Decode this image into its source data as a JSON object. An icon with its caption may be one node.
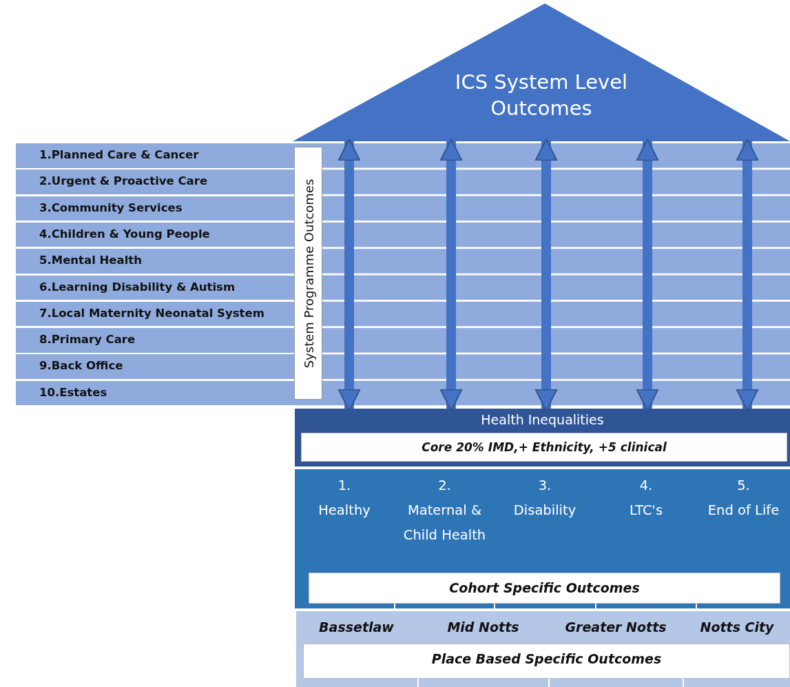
{
  "diagram": {
    "nodes": [
      {
        "text": [
          "ICS System Level Outcomes"
        ]
      },
      {
        "text": [
          "1.Planned Care & Cancer"
        ]
      },
      {
        "text": [
          "2.Urgent & Proactive Care"
        ]
      },
      {
        "text": [
          "3.Community Services"
        ]
      },
      {
        "text": [
          "4.Children & Young People"
        ]
      },
      {
        "text": [
          "5.Mental Health"
        ]
      },
      {
        "text": [
          "6.Learning Disability & Autism"
        ]
      },
      {
        "text": [
          "7.Local Maternity Neonatal System"
        ]
      },
      {
        "text": [
          "8.Primary Care"
        ]
      },
      {
        "text": [
          "9.Back Office"
        ]
      },
      {
        "text": [
          "10.Estates"
        ]
      },
      {
        "text": [
          "System Programme Outcomes"
        ]
      },
      {
        "text": [
          "Health Inequalities"
        ]
      },
      {
        "text": [
          "Core 20% IMD,+ Ethnicity, +5 clinical"
        ],
        "in": 12
      },
      {
        "text": [],
        "shape": "box"
      },
      {
        "text": [
          "1.",
          "Healthy"
        ],
        "in": 14
      },
      {
        "text": [
          "2.",
          "Maternal & Child Health"
        ],
        "in": 14
      },
      {
        "text": [
          "3.",
          "Disability"
        ],
        "in": 14
      },
      {
        "text": [
          "4.",
          "LTC's"
        ],
        "in": 14
      },
      {
        "text": [
          "5.",
          "End of Life"
        ],
        "in": 14
      },
      {
        "text": [
          "Cohort Specific Outcomes"
        ],
        "in": 14
      },
      {
        "text": [],
        "shape": "box"
      },
      {
        "text": [
          "Bassetlaw"
        ],
        "in": 21
      },
      {
        "text": [
          "Mid Notts"
        ],
        "in": 21
      },
      {
        "text": [
          "Greater Notts"
        ],
        "in": 21
      },
      {
        "text": [
          "Notts City"
        ],
        "in": 21
      },
      {
        "text": [
          "Place Based Specific Outcomes"
        ],
        "in": 21
      }
    ],
    "edges": [
      {
        "from": 0,
        "to": 12,
        "arrow": "both"
      },
      {
        "from": 0,
        "to": 12,
        "arrow": "both"
      },
      {
        "from": 0,
        "to": 12,
        "arrow": "both"
      },
      {
        "from": 0,
        "to": 12,
        "arrow": "both"
      },
      {
        "from": 0,
        "to": 12,
        "arrow": "both"
      }
    ]
  }
}
